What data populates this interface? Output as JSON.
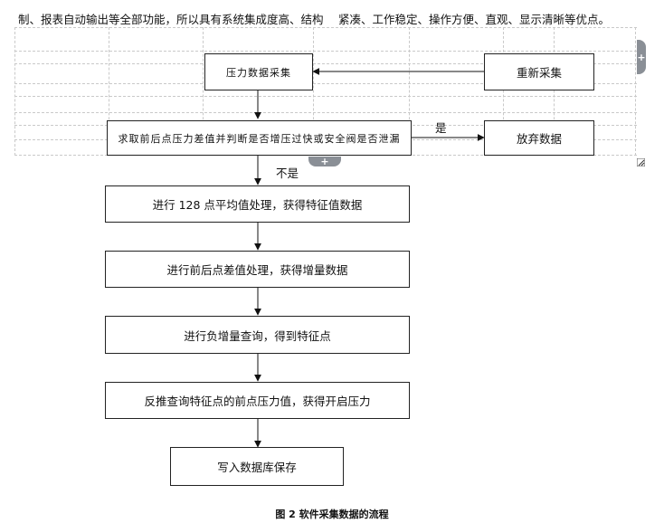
{
  "top_text": {
    "left": "制、报表自动输出等全部功能，所以具有系统集成度高、结构",
    "right": "紧凑、工作稳定、操作方便、直观、显示清晰等优点。"
  },
  "nodes": {
    "pressure_collect": "压力数据采集",
    "recollect": "重新采集",
    "judge": "求取前后点压力差值并判断是否增压过快或安全阀是否泄漏",
    "discard": "放弃数据",
    "avg128": "进行 128 点平均值处理，获得特征值数据",
    "diff": "进行前后点差值处理，获得增量数据",
    "neg_query": "进行负增量查询，得到特征点",
    "back_infer": "反推查询特征点的前点压力值，获得开启压力",
    "db_save": "写入数据库保存"
  },
  "edge_labels": {
    "yes": "是",
    "no": "不是"
  },
  "table_handles": {
    "add_column": "+",
    "add_row": "+"
  },
  "caption": "图 2 软件采集数据的流程"
}
